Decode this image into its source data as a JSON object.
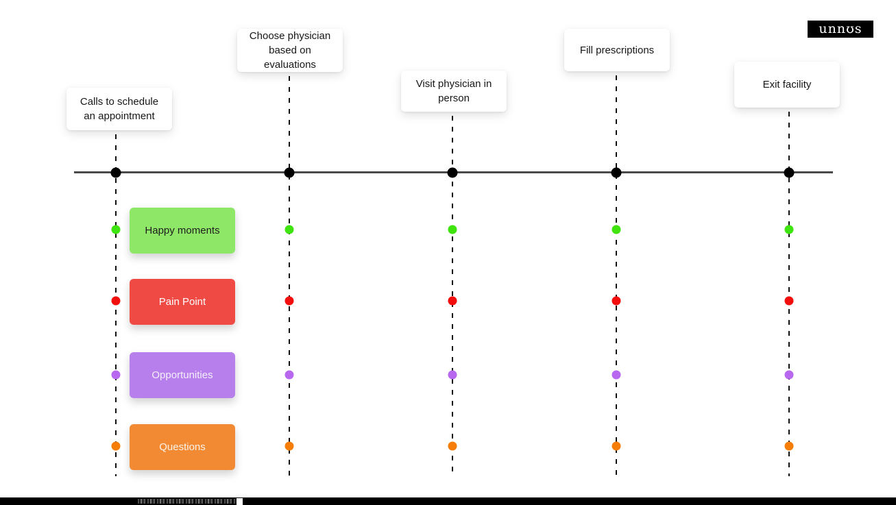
{
  "brand": {
    "logo_text": "unnʊs",
    "logo_bg": "#000000",
    "logo_text_color": "#ffffff"
  },
  "timeline": {
    "axis_color": "#4a4a4a",
    "node_color": "#000000",
    "guide_line_style": "dashed"
  },
  "milestones": [
    {
      "label": "Calls to schedule an appointment"
    },
    {
      "label": "Choose physician based on evaluations"
    },
    {
      "label": "Visit physician in person"
    },
    {
      "label": "Fill prescriptions"
    },
    {
      "label": "Exit facility"
    }
  ],
  "lanes": [
    {
      "label": "Happy moments",
      "card_color": "#8fe767",
      "text_color": "#1d1d1d",
      "dot_color": "#3fe30d"
    },
    {
      "label": "Pain Point",
      "card_color": "#f04a45",
      "text_color": "#ffffff",
      "dot_color": "#f40d0d"
    },
    {
      "label": "Opportunities",
      "card_color": "#b77feb",
      "text_color": "#f6effd",
      "dot_color": "#b868ef"
    },
    {
      "label": "Questions",
      "card_color": "#f18a33",
      "text_color": "#fdf3e9",
      "dot_color": "#f57d08"
    }
  ]
}
